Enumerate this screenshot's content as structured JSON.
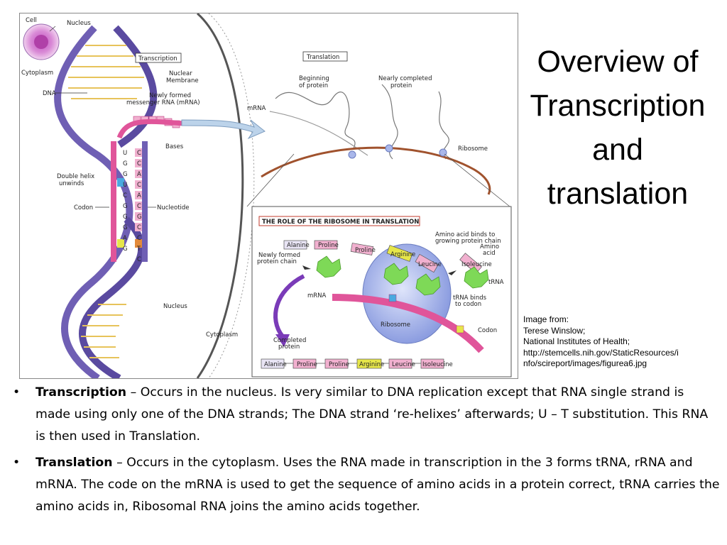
{
  "title": "Overview of Transcription and translation",
  "credit": {
    "line1": "Image from:",
    "line2": "Terese Winslow;",
    "line3": "National Institutes of Health;",
    "line4": "http://stemcells.nih.gov/StaticResources/i",
    "line5": "nfo/scireport/images/figurea6.jpg"
  },
  "bullets": [
    {
      "term": "Transcription",
      "text": " – Occurs in the nucleus. Is very similar to DNA replication except that RNA single strand is made using only one of the DNA strands; The DNA strand ‘re-helixes’ afterwards; U – T substitution. This RNA is then used in Translation."
    },
    {
      "term": "Translation",
      "text": " – Occurs in the cytoplasm. Uses the RNA made in transcription in the 3 forms tRNA, rRNA and mRNA. The code on the mRNA is used to get the sequence of amino acids in a protein correct, tRNA carries the amino acids in, Ribosomal RNA joins the amino acids together."
    }
  ],
  "figure": {
    "cell": "Cell",
    "nucleus_top": "Nucleus",
    "cytoplasm_top": "Cytoplasm",
    "dna": "DNA",
    "transcription_box": "Transcription",
    "nuclear_membrane_1": "Nuclear",
    "nuclear_membrane_2": "Membrane",
    "mrna_new_1": "Newly formed",
    "mrna_new_2": "messenger RNA (mRNA)",
    "bases": "Bases",
    "double_helix_1": "Double helix",
    "double_helix_2": "unwinds",
    "codon_left": "Codon",
    "nucleotide": "Nucleotide",
    "nucleus_bottom": "Nucleus",
    "cytoplasm_bottom": "Cytoplasm",
    "translation_box": "Translation",
    "beginning_1": "Beginning",
    "beginning_2": "of protein",
    "nearly_1": "Nearly completed",
    "nearly_2": "protein",
    "mrna_label": "mRNA",
    "ribosome": "Ribosome",
    "strand_letters": [
      "U",
      "G",
      "G",
      "U",
      "C",
      "G",
      "G",
      "G",
      "A",
      "G"
    ],
    "strand_letters_right": [
      "C",
      "C",
      "A",
      "C",
      "A",
      "C",
      "G",
      "C",
      "C",
      "T",
      "C"
    ],
    "inset": {
      "title": "THE ROLE OF THE RIBOSOME IN TRANSLATION",
      "amino_binds_1": "Amino acid binds to",
      "amino_binds_2": "growing protein chain",
      "amino_acid_1": "Amino",
      "amino_acid_2": "acid",
      "newly_chain_1": "Newly formed",
      "newly_chain_2": "protein chain",
      "trna": "tRNA",
      "trna_binds_1": "tRNA binds",
      "trna_binds_2": "to codon",
      "mrna": "mRNA",
      "ribosome": "Ribosome",
      "codon": "Codon",
      "completed_1": "Completed",
      "completed_2": "protein",
      "top_chain": [
        "Alanine",
        "Proline",
        "Proline",
        "Arginine",
        "Leucine"
      ],
      "isoleucine": "Isoleucine",
      "bottom_chain": [
        "Alanine",
        "Proline",
        "Proline",
        "Arginine",
        "Leucine",
        "Isoleucine"
      ]
    }
  },
  "colors": {
    "dna_purple": "#6f5fb4",
    "mrna_pink": "#e0559a",
    "ribosome_blue": "#a9b7ea",
    "trna_green": "#7ed957",
    "arrow_purple": "#7a3bb8",
    "brown_strand": "#a0522d"
  }
}
